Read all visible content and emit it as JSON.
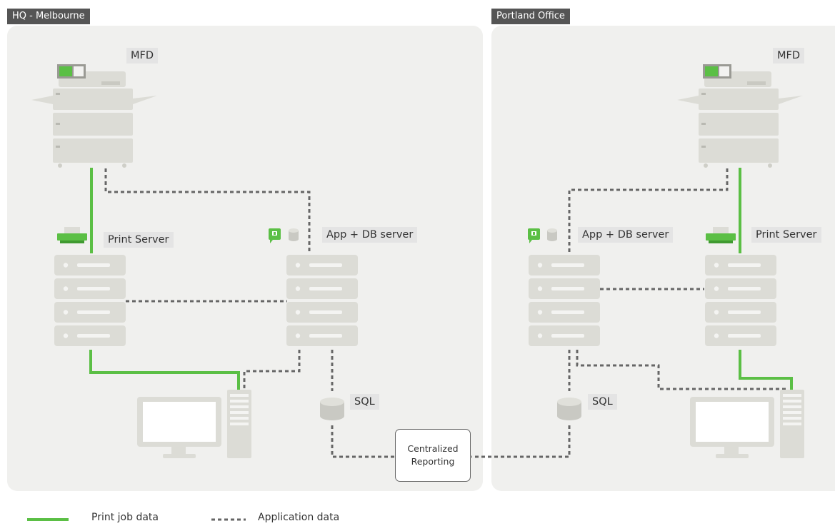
{
  "sites": [
    {
      "name": "HQ - Melbourne",
      "mfd_label": "MFD",
      "print_server_label": "Print Server",
      "app_db_label": "App + DB server",
      "sql_label": "SQL"
    },
    {
      "name": "Portland Office",
      "mfd_label": "MFD",
      "print_server_label": "Print Server",
      "app_db_label": "App + DB server",
      "sql_label": "SQL"
    }
  ],
  "central": {
    "line1": "Centralized",
    "line2": "Reporting"
  },
  "legend": [
    {
      "label": "Print job data",
      "style": "solid",
      "color": "#5bbf45"
    },
    {
      "label": "Application data",
      "style": "dotted",
      "color": "#666666"
    }
  ],
  "colors": {
    "accent_green": "#5bbf45",
    "panel": "#f0f0ee",
    "device": "#dcdcd6",
    "tag": "#555555"
  },
  "icons": [
    "mfd-icon",
    "print-server-icon",
    "app-db-server-icon",
    "papercut-logo-icon",
    "database-icon",
    "desktop-computer-icon",
    "printer-icon"
  ]
}
